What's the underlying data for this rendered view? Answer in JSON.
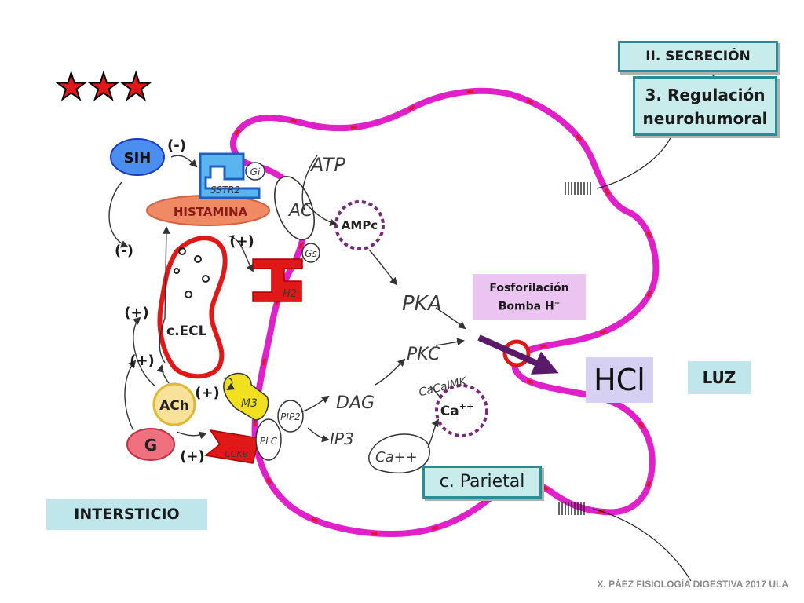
{
  "header": {
    "section": "II. SECRECIÓN",
    "subtitle_line1": "3. Regulación",
    "subtitle_line2": "neurohumoral",
    "stars": "★★★"
  },
  "regions": {
    "interstitium": "INTERSTICIO",
    "lumen": "LUZ",
    "cell": "c. Parietal",
    "ecl": "c.ECL"
  },
  "messengers": {
    "sih": "SIH",
    "histamine": "HISTAMINA",
    "ach": "ACh",
    "gastrin": "G",
    "ampc": "AMPc",
    "ca": "Ca",
    "ca_sup": "++",
    "hcl": "HCl"
  },
  "signs": {
    "minus_sih": "(-)",
    "minus_ecl": "(-)",
    "plus_h2": "(+)",
    "plus_ecl_upper": "(+)",
    "plus_ecl_lower": "(+)",
    "plus_m3": "(+)",
    "plus_cckb": "(+)"
  },
  "receptors": {
    "sstr2": "SSTR2",
    "gi": "Gi",
    "ac": "AC",
    "gs": "Gs",
    "h2": "H2",
    "m3": "M3",
    "cckb": "CCKB",
    "plc": "PLC",
    "pip2": "PIP2"
  },
  "pathway": {
    "atp": "ATP",
    "pka": "PKA",
    "pkc": "PKC",
    "dag": "DAG",
    "ip3": "IP3",
    "ca_store": "Ca++",
    "cacalmk": "CaCalMK"
  },
  "pump": {
    "line1": "Fosforilación",
    "line2": "Bomba H",
    "sup": "+"
  },
  "footer": "X. PÁEZ   FISIOLOGÍA DIGESTIVA 2017  ULA",
  "colors": {
    "membrane": "#e020c8",
    "membrane_dot": "#e0182c",
    "receptor_red": "#e01818",
    "receptor_blue": "#1e78d8",
    "receptor_yellow": "#f0e020",
    "teal_box": "#c8ecec",
    "purple": "#7a2a7a",
    "hcl_box": "#d6d0f2",
    "pump_box": "#ecc4f2"
  },
  "icons": [
    "arrow-icon",
    "star-icon",
    "tight-junction-icon",
    "pump-arrow-icon"
  ]
}
